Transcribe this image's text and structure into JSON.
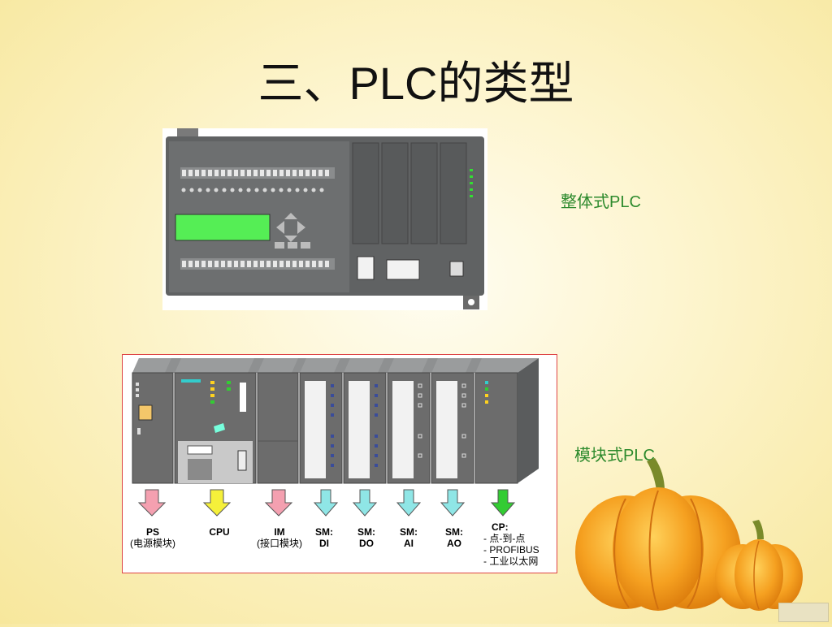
{
  "slide": {
    "title_prefix": "三、",
    "title_latin": "PLC",
    "title_suffix": "的类型"
  },
  "labels": {
    "integrated": "整体式PLC",
    "modular": "模块式PLC"
  },
  "modules": [
    {
      "label": "PS",
      "sub": "(电源模块)",
      "arrow_color": "#f4a0b0"
    },
    {
      "label": "CPU",
      "sub": "",
      "arrow_color": "#f5f03a"
    },
    {
      "label": "IM",
      "sub": "(接口模块)",
      "arrow_color": "#f4a0b0"
    },
    {
      "label": "SM:",
      "sub": "DI",
      "arrow_color": "#8fe6e6"
    },
    {
      "label": "SM:",
      "sub": "DO",
      "arrow_color": "#8fe6e6"
    },
    {
      "label": "SM:",
      "sub": "AI",
      "arrow_color": "#8fe6e6"
    },
    {
      "label": "SM:",
      "sub": "AO",
      "arrow_color": "#8fe6e6"
    }
  ],
  "cp": {
    "label": "CP:",
    "lines": [
      "- 点-到-点",
      "- PROFIBUS",
      "- 工业以太网"
    ],
    "arrow_color": "#33cc33"
  },
  "colors": {
    "label_green": "#2d8a2d",
    "module_dark": "#6c6c6c",
    "frame_red": "#d44444"
  }
}
